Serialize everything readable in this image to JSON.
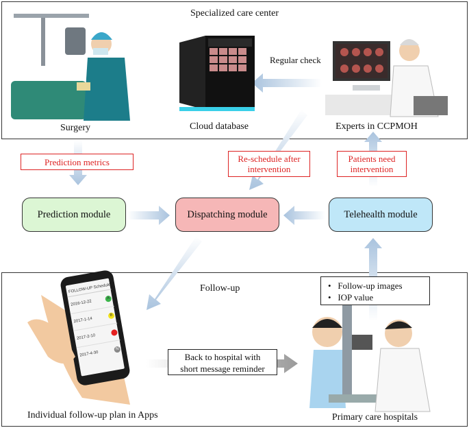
{
  "top_panel": {
    "title": "Specialized care center"
  },
  "bottom_panel": {
    "title": "Follow-up"
  },
  "surgery": {
    "label": "Surgery"
  },
  "cloud": {
    "label": "Cloud database"
  },
  "experts": {
    "label": "Experts in CCPMOH"
  },
  "regular_check": "Regular check",
  "red_labels": {
    "prediction_metrics": "Prediction metrics",
    "reschedule_line1": "Re-schedule after",
    "reschedule_line2": "intervention",
    "patients_line1": "Patients need",
    "patients_line2": "intervention"
  },
  "modules": {
    "prediction": {
      "label": "Prediction module",
      "color": "#dcf6d4"
    },
    "dispatching": {
      "label": "Dispatching module",
      "color": "#f6b7b7"
    },
    "telehealth": {
      "label": "Telehealth module",
      "color": "#bfe7f8"
    }
  },
  "followup_info": {
    "items": [
      "Follow-up images",
      "IOP value"
    ]
  },
  "back_msg": {
    "line1": "Back to hospital with",
    "line2": "short message reminder"
  },
  "app_plan": {
    "label": "Individual follow-up plan in Apps"
  },
  "primary": {
    "label": "Primary care hospitals"
  },
  "phone": {
    "header": "FOLLOW-UP Schedule",
    "rows": [
      {
        "date": "2016-12-22",
        "badge": "A",
        "color": "#3bb54a"
      },
      {
        "date": "2017-1-14",
        "badge": "B",
        "color": "#f2e21a"
      },
      {
        "date": "2017-2-10",
        "badge": "",
        "color": "#e52020"
      },
      {
        "date": "2017-4-30",
        "badge": "N",
        "color": "#888888"
      }
    ]
  },
  "colors": {
    "arrow": "#a9c3de",
    "red": "#d22222"
  }
}
